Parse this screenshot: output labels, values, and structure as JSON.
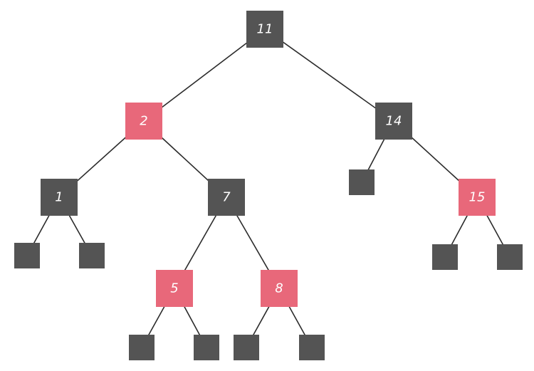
{
  "colors": {
    "black_node": "#545454",
    "red_node": "#e8687a",
    "edge": "#2b2b2b",
    "label": "#ffffff"
  },
  "tree": {
    "root": {
      "label": "11",
      "color": "black"
    },
    "n2": {
      "label": "2",
      "color": "red"
    },
    "n14": {
      "label": "14",
      "color": "black"
    },
    "n1": {
      "label": "1",
      "color": "black"
    },
    "n7": {
      "label": "7",
      "color": "black"
    },
    "n15": {
      "label": "15",
      "color": "red"
    },
    "n5": {
      "label": "5",
      "color": "red"
    },
    "n8": {
      "label": "8",
      "color": "red"
    }
  }
}
